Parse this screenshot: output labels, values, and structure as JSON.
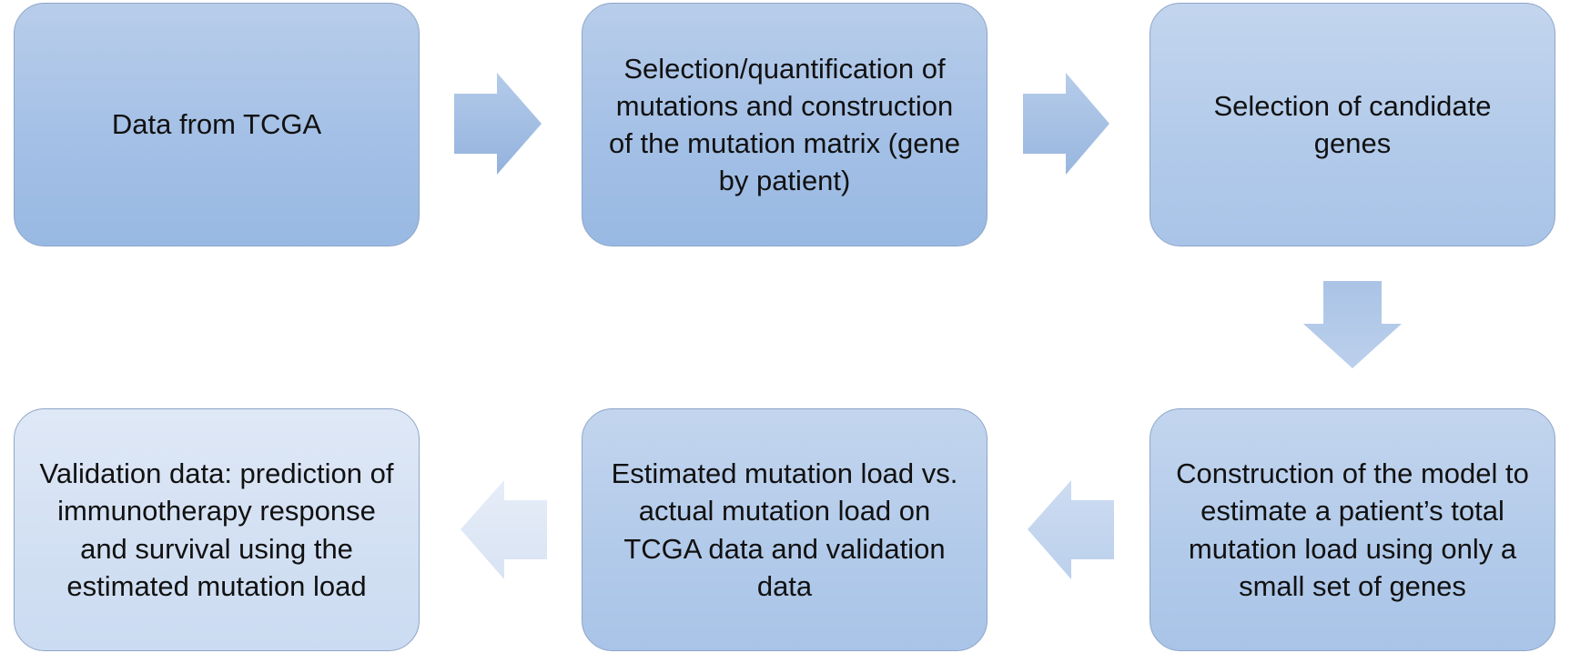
{
  "steps": {
    "data_from_tcga": "Data from TCGA",
    "mutation_matrix": "Selection/quantification of mutations and construction of the mutation matrix (gene by patient)",
    "candidate_genes": "Selection of candidate genes",
    "model_construction": "Construction of the model to estimate a patient’s total mutation load using only a small set of genes",
    "estimated_vs_actual": "Estimated mutation load vs. actual mutation load on TCGA data and validation data",
    "validation": "Validation data: prediction of immunotherapy response and survival using the estimated mutation load"
  },
  "colors": {
    "box_border": "#8ea6c8",
    "box_dark": "#a4c0e6",
    "box_mid": "#b3cbea",
    "box_light": "#d3e0f3",
    "arrow_dark": "#9ab6dc",
    "arrow_mid": "#b1c9e8",
    "arrow_light": "#dde7f5"
  }
}
